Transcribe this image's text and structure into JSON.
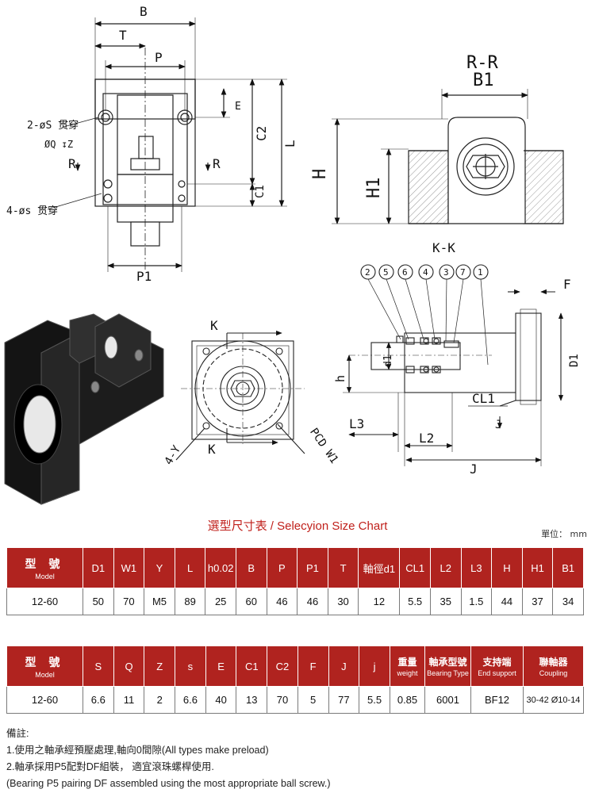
{
  "drawing_labels": {
    "b": "B",
    "t": "T",
    "p": "P",
    "e": "E",
    "c2": "C2",
    "l": "L",
    "two_s": "2-øS 贯穿",
    "q_z": "ØQ ↧Z",
    "r_left": "R",
    "r_right": "R",
    "c1": "C1",
    "four_s": "4-øs 贯穿",
    "p1": "P1",
    "rr": "R-R",
    "b1": "B1",
    "h": "H",
    "h1": "H1",
    "kk": "K-K",
    "f": "F",
    "d1_side": "D1",
    "d1_shaft": "d1",
    "h_small": "h",
    "cl1": "CL1",
    "j_small": "J",
    "l3": "L3",
    "l2": "L2",
    "j": "J",
    "k_top": "K",
    "k_bottom": "K",
    "four_y": "4-Y",
    "pcd": "PCD W1",
    "balloons": [
      "2",
      "5",
      "6",
      "4",
      "3",
      "7",
      "1"
    ]
  },
  "chart_title": "選型尺寸表 / Selecyion Size Chart",
  "unit": "單位： mm",
  "table1": {
    "model_zh": "型 號",
    "model_en": "Model",
    "headers": [
      "D1",
      "W1",
      "Y",
      "L",
      "h0.02",
      "B",
      "P",
      "P1",
      "T",
      "軸徑d1",
      "CL1",
      "L2",
      "L3",
      "H",
      "H1",
      "B1"
    ],
    "row": [
      "12-60",
      "50",
      "70",
      "M5",
      "89",
      "25",
      "60",
      "46",
      "46",
      "30",
      "12",
      "5.5",
      "35",
      "1.5",
      "44",
      "37",
      "34"
    ]
  },
  "table2": {
    "model_zh": "型 號",
    "model_en": "Model",
    "headers": [
      "S",
      "Q",
      "Z",
      "s",
      "E",
      "C1",
      "C2",
      "F",
      "J",
      "j"
    ],
    "weight_zh": "重量",
    "weight_en": "weight",
    "bearing_zh": "軸承型號",
    "bearing_en": "Bearing Type",
    "support_zh": "支持端",
    "support_en": "End support",
    "coupling_zh": "聯軸器",
    "coupling_en": "Coupling",
    "row": [
      "12-60",
      "6.6",
      "11",
      "2",
      "6.6",
      "40",
      "13",
      "70",
      "5",
      "77",
      "5.5",
      "0.85",
      "6001",
      "BF12",
      "30-42 Ø10-14"
    ]
  },
  "notes": {
    "title": "備註:",
    "line1": "1.使用之軸承經預壓處理,軸向0間隙(All types make preload)",
    "line2": "2.軸承採用P5配對DF組裝， 適宜滾珠螺桿使用.",
    "line3": "(Bearing P5 pairing DF assembled using the most appropriate ball screw.)"
  }
}
